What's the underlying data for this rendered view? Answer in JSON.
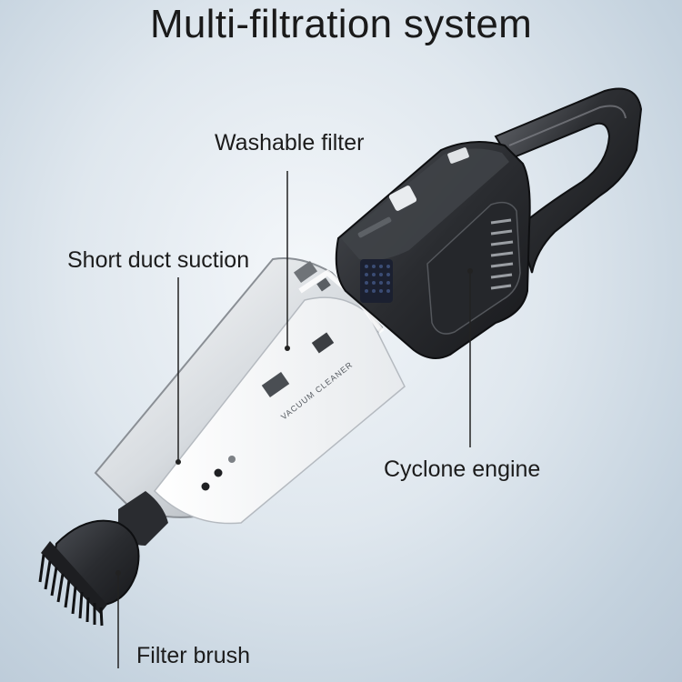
{
  "title": "Multi-filtration system",
  "callouts": {
    "washable_filter": "Washable filter",
    "short_duct_suction": "Short duct suction",
    "cyclone_engine": "Cyclone engine",
    "filter_brush": "Filter brush"
  },
  "product_print": "VACUUM CLEANER",
  "colors": {
    "background": "#dfe7ee",
    "body": "#2b2d31",
    "text": "#1c1c1c"
  }
}
